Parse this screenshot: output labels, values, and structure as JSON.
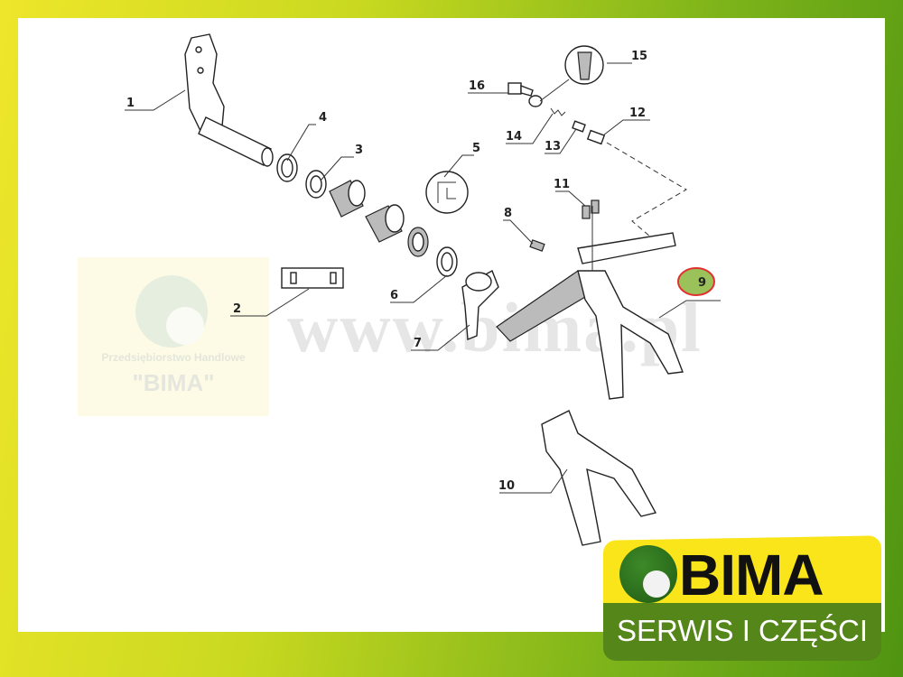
{
  "watermark": {
    "company": "Przedsiębiorstwo Handlowe",
    "name": "\"BIMA\"",
    "url": "www.bima.pl"
  },
  "logo": {
    "name": "BIMA",
    "tagline": "SERWIS I CZĘŚCI"
  },
  "callouts": [
    "1",
    "2",
    "3",
    "4",
    "5",
    "6",
    "7",
    "8",
    "9",
    "10",
    "11",
    "12",
    "13",
    "14",
    "15",
    "16"
  ],
  "highlighted_callout": "9",
  "colors": {
    "highlight_fill": "#9bc25a",
    "highlight_ring": "#e03030",
    "frame_yellow": "#eee62a",
    "frame_green": "#4f9412"
  }
}
